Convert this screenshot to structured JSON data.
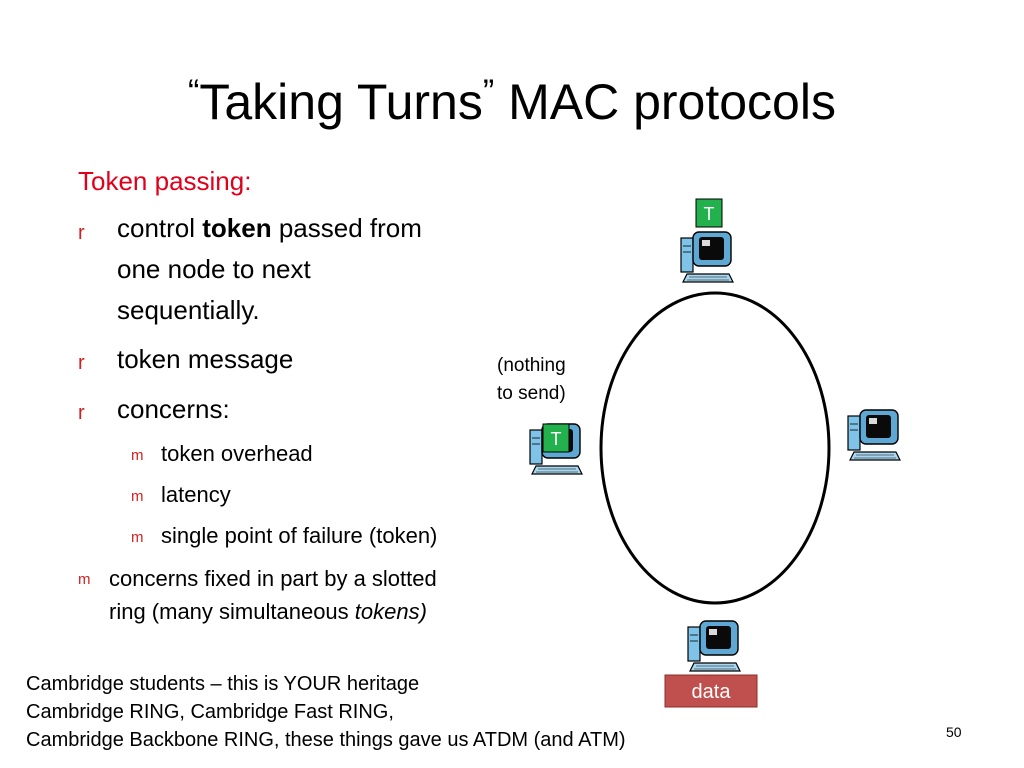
{
  "title": {
    "open_quote": "“",
    "quoted": "Taking Turns",
    "close_quote": "”",
    "rest": " MAC protocols"
  },
  "section_heading": "Token passing:",
  "bullet_marker": "r",
  "sub_marker": "m",
  "bullets": [
    {
      "pre": "control ",
      "bold": "token",
      "post": " passed from",
      "line2": "one node to next",
      "line3": "sequentially."
    },
    {
      "text": "token message"
    },
    {
      "text": "concerns:"
    }
  ],
  "sub_bullets": [
    "token overhead",
    "latency",
    "single point of failure (token)"
  ],
  "extra_bullet": {
    "line1": "concerns fixed in part by a slotted",
    "line2_pre": "ring (many simultaneous ",
    "line2_italic": "tokens)"
  },
  "footnote": [
    "Cambridge students – this is YOUR heritage",
    "Cambridge RING, Cambridge Fast RING,",
    "Cambridge Backbone RING, these things gave us ATDM (and ATM)"
  ],
  "diagram": {
    "token_label": "T",
    "data_label": "data",
    "nothing_note_line1": "(nothing",
    "nothing_note_line2": "to send)",
    "colors": {
      "token_fill": "#22b14c",
      "data_fill": "#c0504d",
      "monitor_frame": "#5fa8d3",
      "screen": "#0a0a0a"
    }
  },
  "page_number": "50"
}
